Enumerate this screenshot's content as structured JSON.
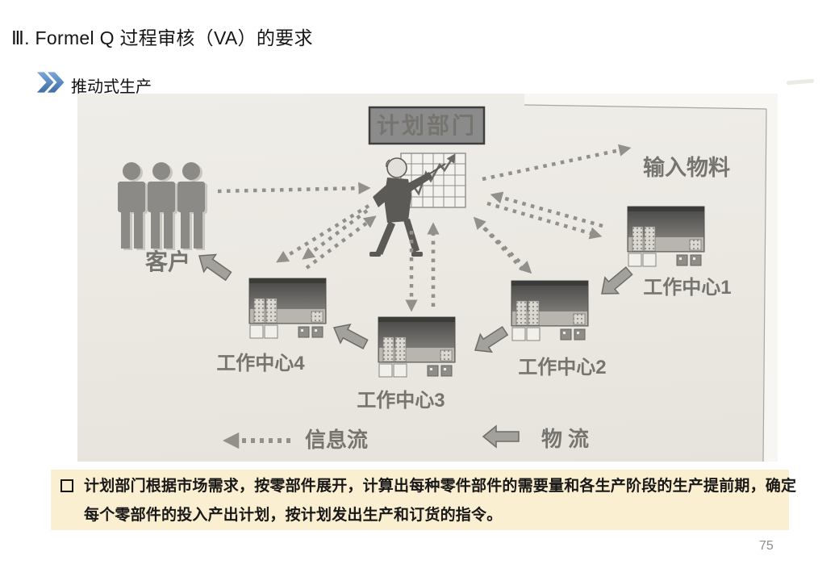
{
  "slide": {
    "title": "Ⅲ. Formel Q 过程审核（VA）的要求",
    "subtitle": "推动式生产",
    "page_number": "75"
  },
  "diagram": {
    "planning_dept": "计划部门",
    "customer": "客户",
    "input_material": "输入物料",
    "work_center_1": "工作中心1",
    "work_center_2": "工作中心2",
    "work_center_3": "工作中心3",
    "work_center_4": "工作中心4",
    "info_flow": "信息流",
    "material_flow": "物流"
  },
  "note": {
    "line1": "计划部门根据市场需求，按零部件展开，计算出每种零件部件的需要量和各生产阶段的生产提前期，确定",
    "line2": "每个零部件的投入产出计划，按计划发出生产和订货的指令。"
  },
  "icons": {
    "subtitle_bullet": "double-chevron-right",
    "note_bullet": "hollow-square",
    "dotted_arrow": "information-flow",
    "block_arrow": "material-flow"
  },
  "colors": {
    "accent_blue": "#4F86C6",
    "note_bg": "#FBEFD1",
    "photo_bg": "#ECE9E4",
    "planning_box": "#8B8B8B",
    "arrow_gray": "#92908B",
    "label_gray": "#76746F",
    "page_number_gray": "#8F8F8F"
  }
}
